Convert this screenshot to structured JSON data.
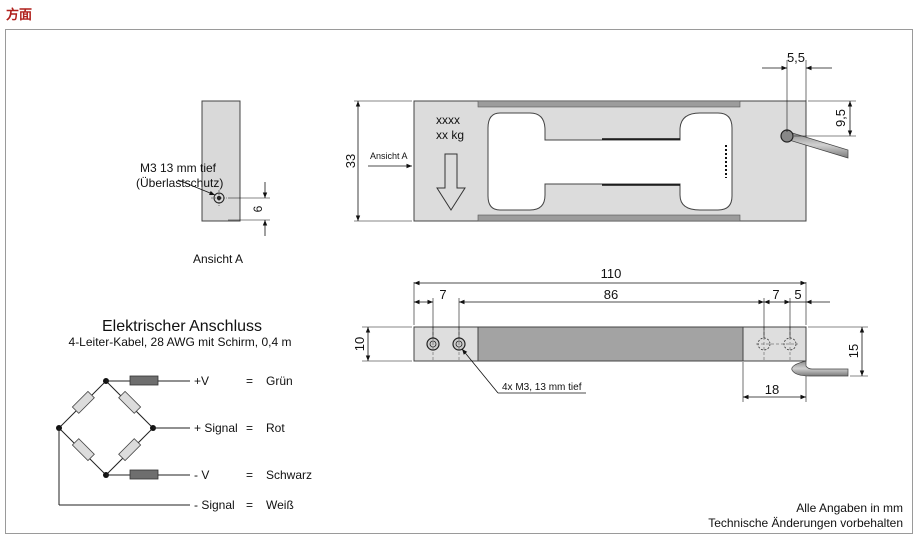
{
  "header": {
    "title": "方面"
  },
  "view_a": {
    "callout_line1": "M3 13 mm tief",
    "callout_line2": "(Überlastschutz)",
    "dim_6": "6",
    "label": "Ansicht A"
  },
  "top_view": {
    "dim_33": "33",
    "arrow_label": "Ansicht A",
    "mark_line1": "xxxx",
    "mark_line2": "xx kg",
    "dim_5_5": "5,5",
    "dim_9_5": "9,5"
  },
  "side_view": {
    "dim_110": "110",
    "dim_7_left": "7",
    "dim_86": "86",
    "dim_7_right": "7",
    "dim_5": "5",
    "dim_10": "10",
    "dim_15": "15",
    "dim_18": "18",
    "thread_note": "4x M3, 13 mm tief"
  },
  "wiring": {
    "title": "Elektrischer Anschluss",
    "subtitle": "4-Leiter-Kabel, 28 AWG mit Schirm, 0,4 m",
    "rows": [
      {
        "signal": "+V",
        "eq": "=",
        "color": "Grün"
      },
      {
        "signal": "+ Signal",
        "eq": "=",
        "color": "Rot"
      },
      {
        "signal": "- V",
        "eq": "=",
        "color": "Schwarz"
      },
      {
        "signal": "- Signal",
        "eq": "=",
        "color": "Weiß"
      }
    ]
  },
  "footer": {
    "line1": "Alle Angaben in mm",
    "line2": "Technische Änderungen vorbehalten"
  }
}
